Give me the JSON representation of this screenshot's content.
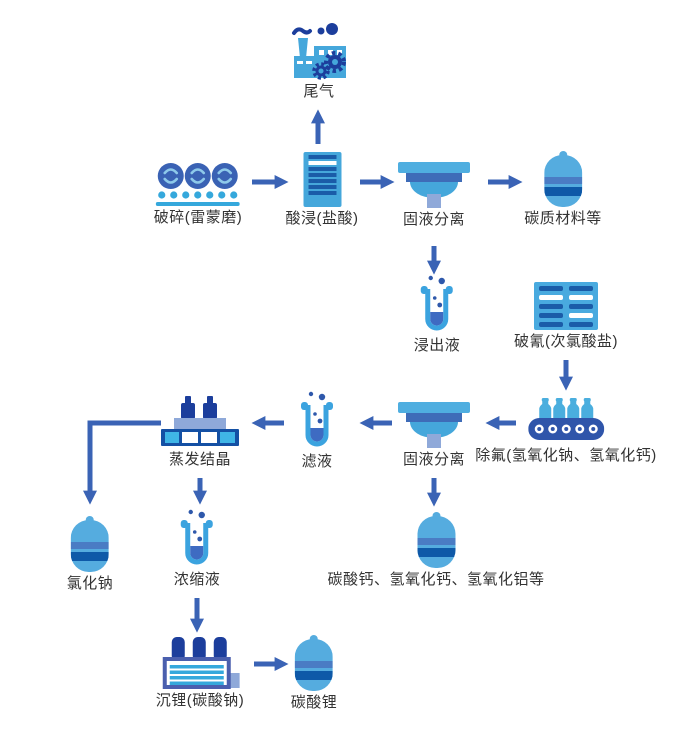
{
  "diagram_title": "",
  "colors": {
    "background": "#ffffff",
    "arrow": "#3a63b5",
    "icon_light_blue": "#45a7db",
    "cyan": "#35a8dc",
    "capsule_blue": "#55acdf",
    "medium_blue": "#3a62b4",
    "dark_blue": "#1450a4",
    "stripe_blue": "#1a5ca8",
    "navy": "#1c3e9c",
    "bubble_navy": "#2e58ab",
    "periwinkle": "#8fa9d9",
    "band_mid": "#4a7cc4",
    "band_dark": "#0e59a8",
    "funnel_bar": "#3e6cb8",
    "text": "#333333"
  },
  "nodes": [
    {
      "id": "tail-gas",
      "label": "尾气",
      "icon": "factory-icon"
    },
    {
      "id": "crushing",
      "label": "破碎(雷蒙磨)",
      "icon": "mill-icon"
    },
    {
      "id": "acid-leaching",
      "label": "酸浸(盐酸)",
      "icon": "leach-tank-icon"
    },
    {
      "id": "solid-liquid-separation-1",
      "label": "固液分离",
      "icon": "funnel-icon"
    },
    {
      "id": "carbon-materials",
      "label": "碳质材料等",
      "icon": "capsule-icon"
    },
    {
      "id": "leachate",
      "label": "浸出液",
      "icon": "test-tube-icon"
    },
    {
      "id": "cyanide-breaking",
      "label": "破氰(次氯酸盐)",
      "icon": "plate-stack-icon"
    },
    {
      "id": "fluoride-removal",
      "label": "除氟(氢氧化钠、氢氧化钙)",
      "icon": "conveyor-icon"
    },
    {
      "id": "solid-liquid-separation-2",
      "label": "固液分离",
      "icon": "funnel-icon"
    },
    {
      "id": "filtrate",
      "label": "滤液",
      "icon": "test-tube-icon"
    },
    {
      "id": "evaporation-crystallization",
      "label": "蒸发结晶",
      "icon": "evaporator-icon"
    },
    {
      "id": "sodium-chloride",
      "label": "氯化钠",
      "icon": "capsule-icon"
    },
    {
      "id": "concentrated-liquid",
      "label": "浓缩液",
      "icon": "test-tube-icon"
    },
    {
      "id": "calcium-precipitates",
      "label": "碳酸钙、氢氧化钙、氢氧化铝等",
      "icon": "capsule-icon"
    },
    {
      "id": "lithium-precipitation",
      "label": "沉锂(碳酸钠)",
      "icon": "precipitation-plant-icon"
    },
    {
      "id": "lithium-carbonate",
      "label": "碳酸锂",
      "icon": "capsule-icon"
    }
  ],
  "edges": [
    {
      "from": "acid-leaching",
      "to": "tail-gas",
      "direction": "up"
    },
    {
      "from": "crushing",
      "to": "acid-leaching",
      "direction": "right"
    },
    {
      "from": "acid-leaching",
      "to": "solid-liquid-separation-1",
      "direction": "right"
    },
    {
      "from": "solid-liquid-separation-1",
      "to": "carbon-materials",
      "direction": "right"
    },
    {
      "from": "solid-liquid-separation-1",
      "to": "leachate",
      "direction": "down"
    },
    {
      "from": "cyanide-breaking",
      "to": "fluoride-removal",
      "direction": "down"
    },
    {
      "from": "fluoride-removal",
      "to": "solid-liquid-separation-2",
      "direction": "left"
    },
    {
      "from": "solid-liquid-separation-2",
      "to": "filtrate",
      "direction": "left"
    },
    {
      "from": "filtrate",
      "to": "evaporation-crystallization",
      "direction": "left"
    },
    {
      "from": "evaporation-crystallization",
      "to": "sodium-chloride",
      "direction": "left-then-down"
    },
    {
      "from": "evaporation-crystallization",
      "to": "concentrated-liquid",
      "direction": "down"
    },
    {
      "from": "solid-liquid-separation-2",
      "to": "calcium-precipitates",
      "direction": "down"
    },
    {
      "from": "concentrated-liquid",
      "to": "lithium-precipitation",
      "direction": "down"
    },
    {
      "from": "lithium-precipitation",
      "to": "lithium-carbonate",
      "direction": "right"
    }
  ]
}
